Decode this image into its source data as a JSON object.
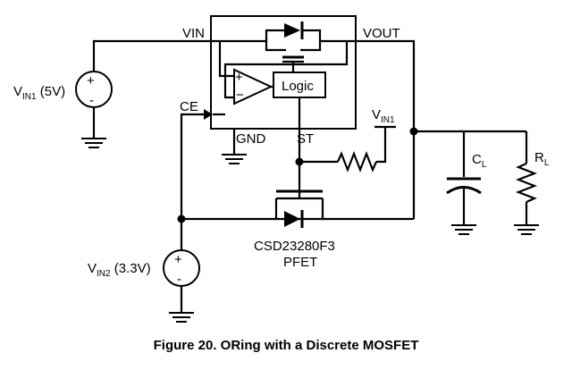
{
  "labels": {
    "vin": "VIN",
    "vout": "VOUT",
    "ce": "CE",
    "gnd": "GND",
    "st": "ST",
    "logic": "Logic",
    "vin1_main": "V",
    "vin1_sub": "IN1",
    "vin1_value": " (5V)",
    "vin1_ref_main": "V",
    "vin1_ref_sub": "IN1",
    "vin2_main": "V",
    "vin2_sub": "IN2",
    "vin2_value": " (3.3V)",
    "cap_main": "C",
    "cap_sub": "L",
    "res_main": "R",
    "res_sub": "L",
    "part_number": "CSD23280F3",
    "part_type": "PFET",
    "opamp_plus": "+",
    "opamp_minus": "−",
    "src_plus": "+",
    "src_minus": "-"
  },
  "caption": "Figure 20.  ORing with a Discrete MOSFET"
}
